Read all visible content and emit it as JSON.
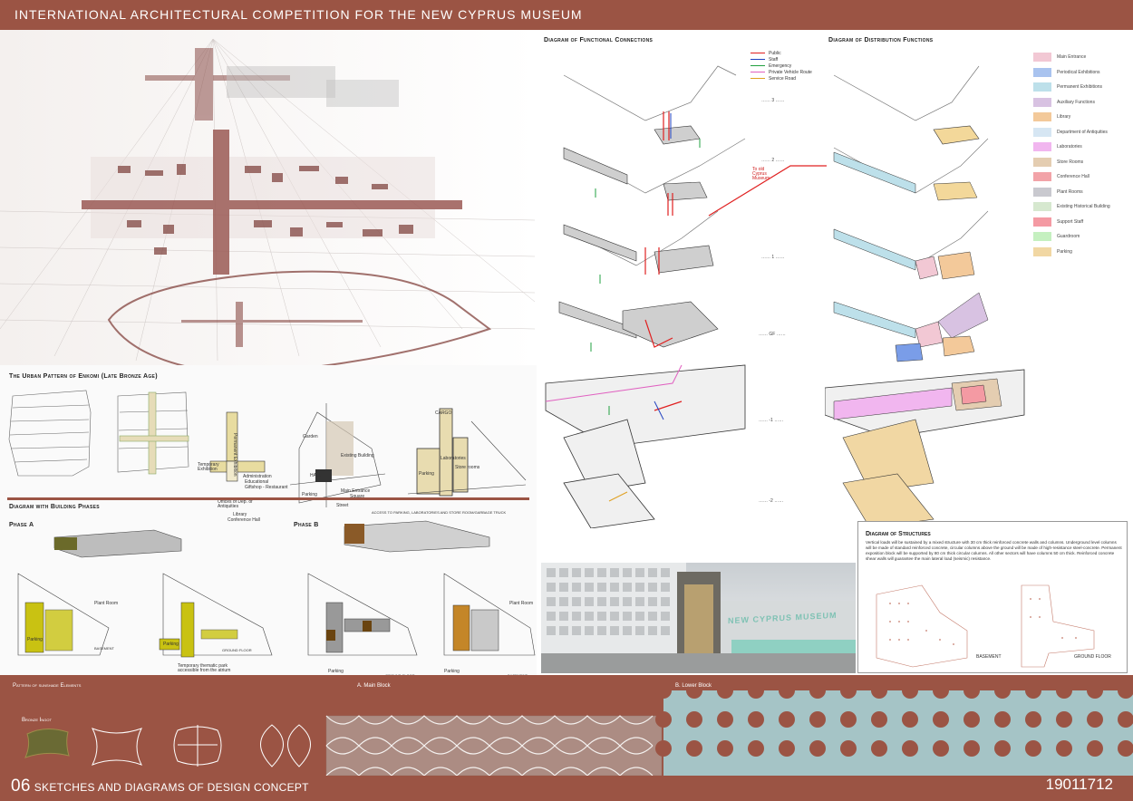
{
  "title": "International Architectural Competition for the New Cyprus Museum",
  "left": {
    "urban_title": "The Urban Pattern of Enkomi (Late Bronze Age)",
    "urban_labels": {
      "temp_exh": "Temporary Exhibition",
      "perm_exh": "Permanent Exhibition",
      "admin": "Administration",
      "educational": "Educational",
      "giftshop": "Giftshop - Restaurant",
      "offices": "Offices of Dep. of Antiquities",
      "library": "Library",
      "conf": "Conference Hall",
      "garden": "Garden",
      "existing": "Existing Building",
      "parking": "Parking",
      "main_entrance": "Main Entrance",
      "square": "Square",
      "street": "Street",
      "hall": "HALL",
      "labs": "Laboratories",
      "store": "Store rooms",
      "cargo": "CARGO",
      "parking2": "Parking",
      "access": "Access to parking, laboratories and store room/garbage truck"
    },
    "phases_title": "Diagram with Building Phases",
    "phase_a": "Phase A",
    "phase_b": "Phase B",
    "plant_room": "Plant Room",
    "basement": "Basement",
    "ground_floor": "Ground Floor",
    "parking": "Parking",
    "temp_park": "Temporary thematic park accessible from the atrium"
  },
  "connections": {
    "title": "Diagram of Functional Connections",
    "legend": [
      {
        "label": "Public",
        "color": "#e02020"
      },
      {
        "label": "Staff",
        "color": "#2040c0"
      },
      {
        "label": "Emergency",
        "color": "#20a040"
      },
      {
        "label": "Private Vehicle Route",
        "color": "#e060c0"
      },
      {
        "label": "Service Road",
        "color": "#e0a020"
      }
    ],
    "levels": [
      "3",
      "2",
      "1",
      "GF",
      "-1",
      "-2"
    ],
    "to_old": "To old Cyprus Museum"
  },
  "distribution": {
    "title": "Diagram of Distribution Functions",
    "legend": [
      {
        "label": "Main Entrance",
        "color": "#f2c8d4"
      },
      {
        "label": "Periodical Exhibitions",
        "color": "#a9c3ef"
      },
      {
        "label": "Permanent Exhibitions",
        "color": "#bde0ea"
      },
      {
        "label": "Auxiliary Functions",
        "color": "#d8c2e2"
      },
      {
        "label": "Library",
        "color": "#f3c99a"
      },
      {
        "label": "Department of Antiquities",
        "color": "#d6e6f3"
      },
      {
        "label": "Laboratories",
        "color": "#f1b6ef"
      },
      {
        "label": "Store Rooms",
        "color": "#e4cdb1"
      },
      {
        "label": "Conference Hall",
        "color": "#f2a3a8"
      },
      {
        "label": "Plant Rooms",
        "color": "#c9c9cf"
      },
      {
        "label": "Existing Historical Building",
        "color": "#d6e8cf"
      },
      {
        "label": "Support Staff",
        "color": "#f49aa3"
      },
      {
        "label": "Guardroom",
        "color": "#c5f0c0"
      },
      {
        "label": "Parking",
        "color": "#f1d7a3"
      }
    ]
  },
  "structures": {
    "title": "Diagram of Structures",
    "text": "Vertical loads will be sustained by a mixed structure with 30 cm thick reinforced concrete walls and columns. Underground level columns will be made of standard reinforced concrete, circular columns above the ground will be made of high-resistance steel-concrete. Permanent exposition block will be supported by 80 cm thick circular columns. All other sectors will have columns 50 cm thick. Reinforced concrete shear walls will guarantee the main lateral load (seismic) resistance.",
    "basement": "Basement",
    "ground_floor": "Ground Floor"
  },
  "photo_sign": "NEW CYPRUS MUSEUM",
  "bottom": {
    "sunshade_title": "Pattern of sunshade Elements",
    "bronze": "Bronze Ingot",
    "main_block": "A. Main Block",
    "lower_block": "B. Lower Block",
    "num": "06",
    "sheet_title": "Sketches and Diagrams of Design Concept",
    "code": "19011712"
  }
}
